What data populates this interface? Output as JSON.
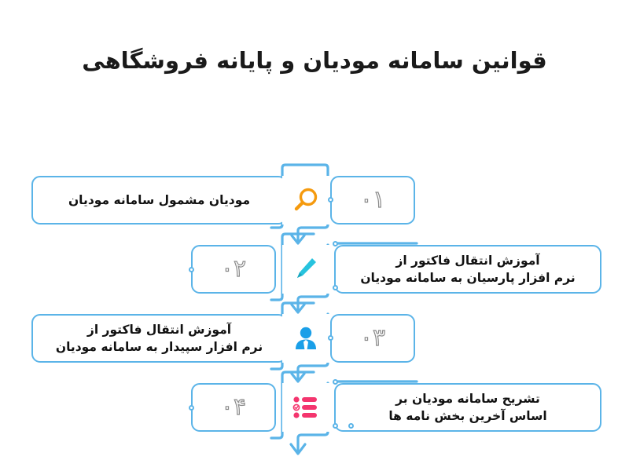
{
  "page": {
    "title": "قوانین سامانه مودیان و پایانه فروشگاهی",
    "background_color": "#ffffff",
    "line_color": "#5BB4E8",
    "text_color": "#111111",
    "number_color": "#8A8A8A"
  },
  "steps": [
    {
      "number": "۰۱",
      "icon": "magnifier-icon",
      "icon_color": "#F59A0E",
      "text_lines": [
        "مودیان مشمول سامانه مودیان"
      ],
      "text_side": "right",
      "number_side": "left"
    },
    {
      "number": "۰۲",
      "icon": "pencil-icon",
      "icon_color": "#27C3DE",
      "text_lines": [
        "آموزش انتقال فاکتور از",
        "نرم افزار پارسیان به سامانه مودیان"
      ],
      "text_side": "left",
      "number_side": "right"
    },
    {
      "number": "۰۳",
      "icon": "person-icon",
      "icon_color": "#1A9FE8",
      "text_lines": [
        "آموزش انتقال فاکتور از",
        "نرم افزار سپیدار به سامانه مودیان"
      ],
      "text_side": "right",
      "number_side": "left"
    },
    {
      "number": "۰۴",
      "icon": "checklist-icon",
      "icon_color": "#F4356E",
      "text_lines": [
        "تشریح سامانه مودیان بر",
        "اساس آخرین بخش نامه ها"
      ],
      "text_side": "left",
      "number_side": "right"
    }
  ]
}
